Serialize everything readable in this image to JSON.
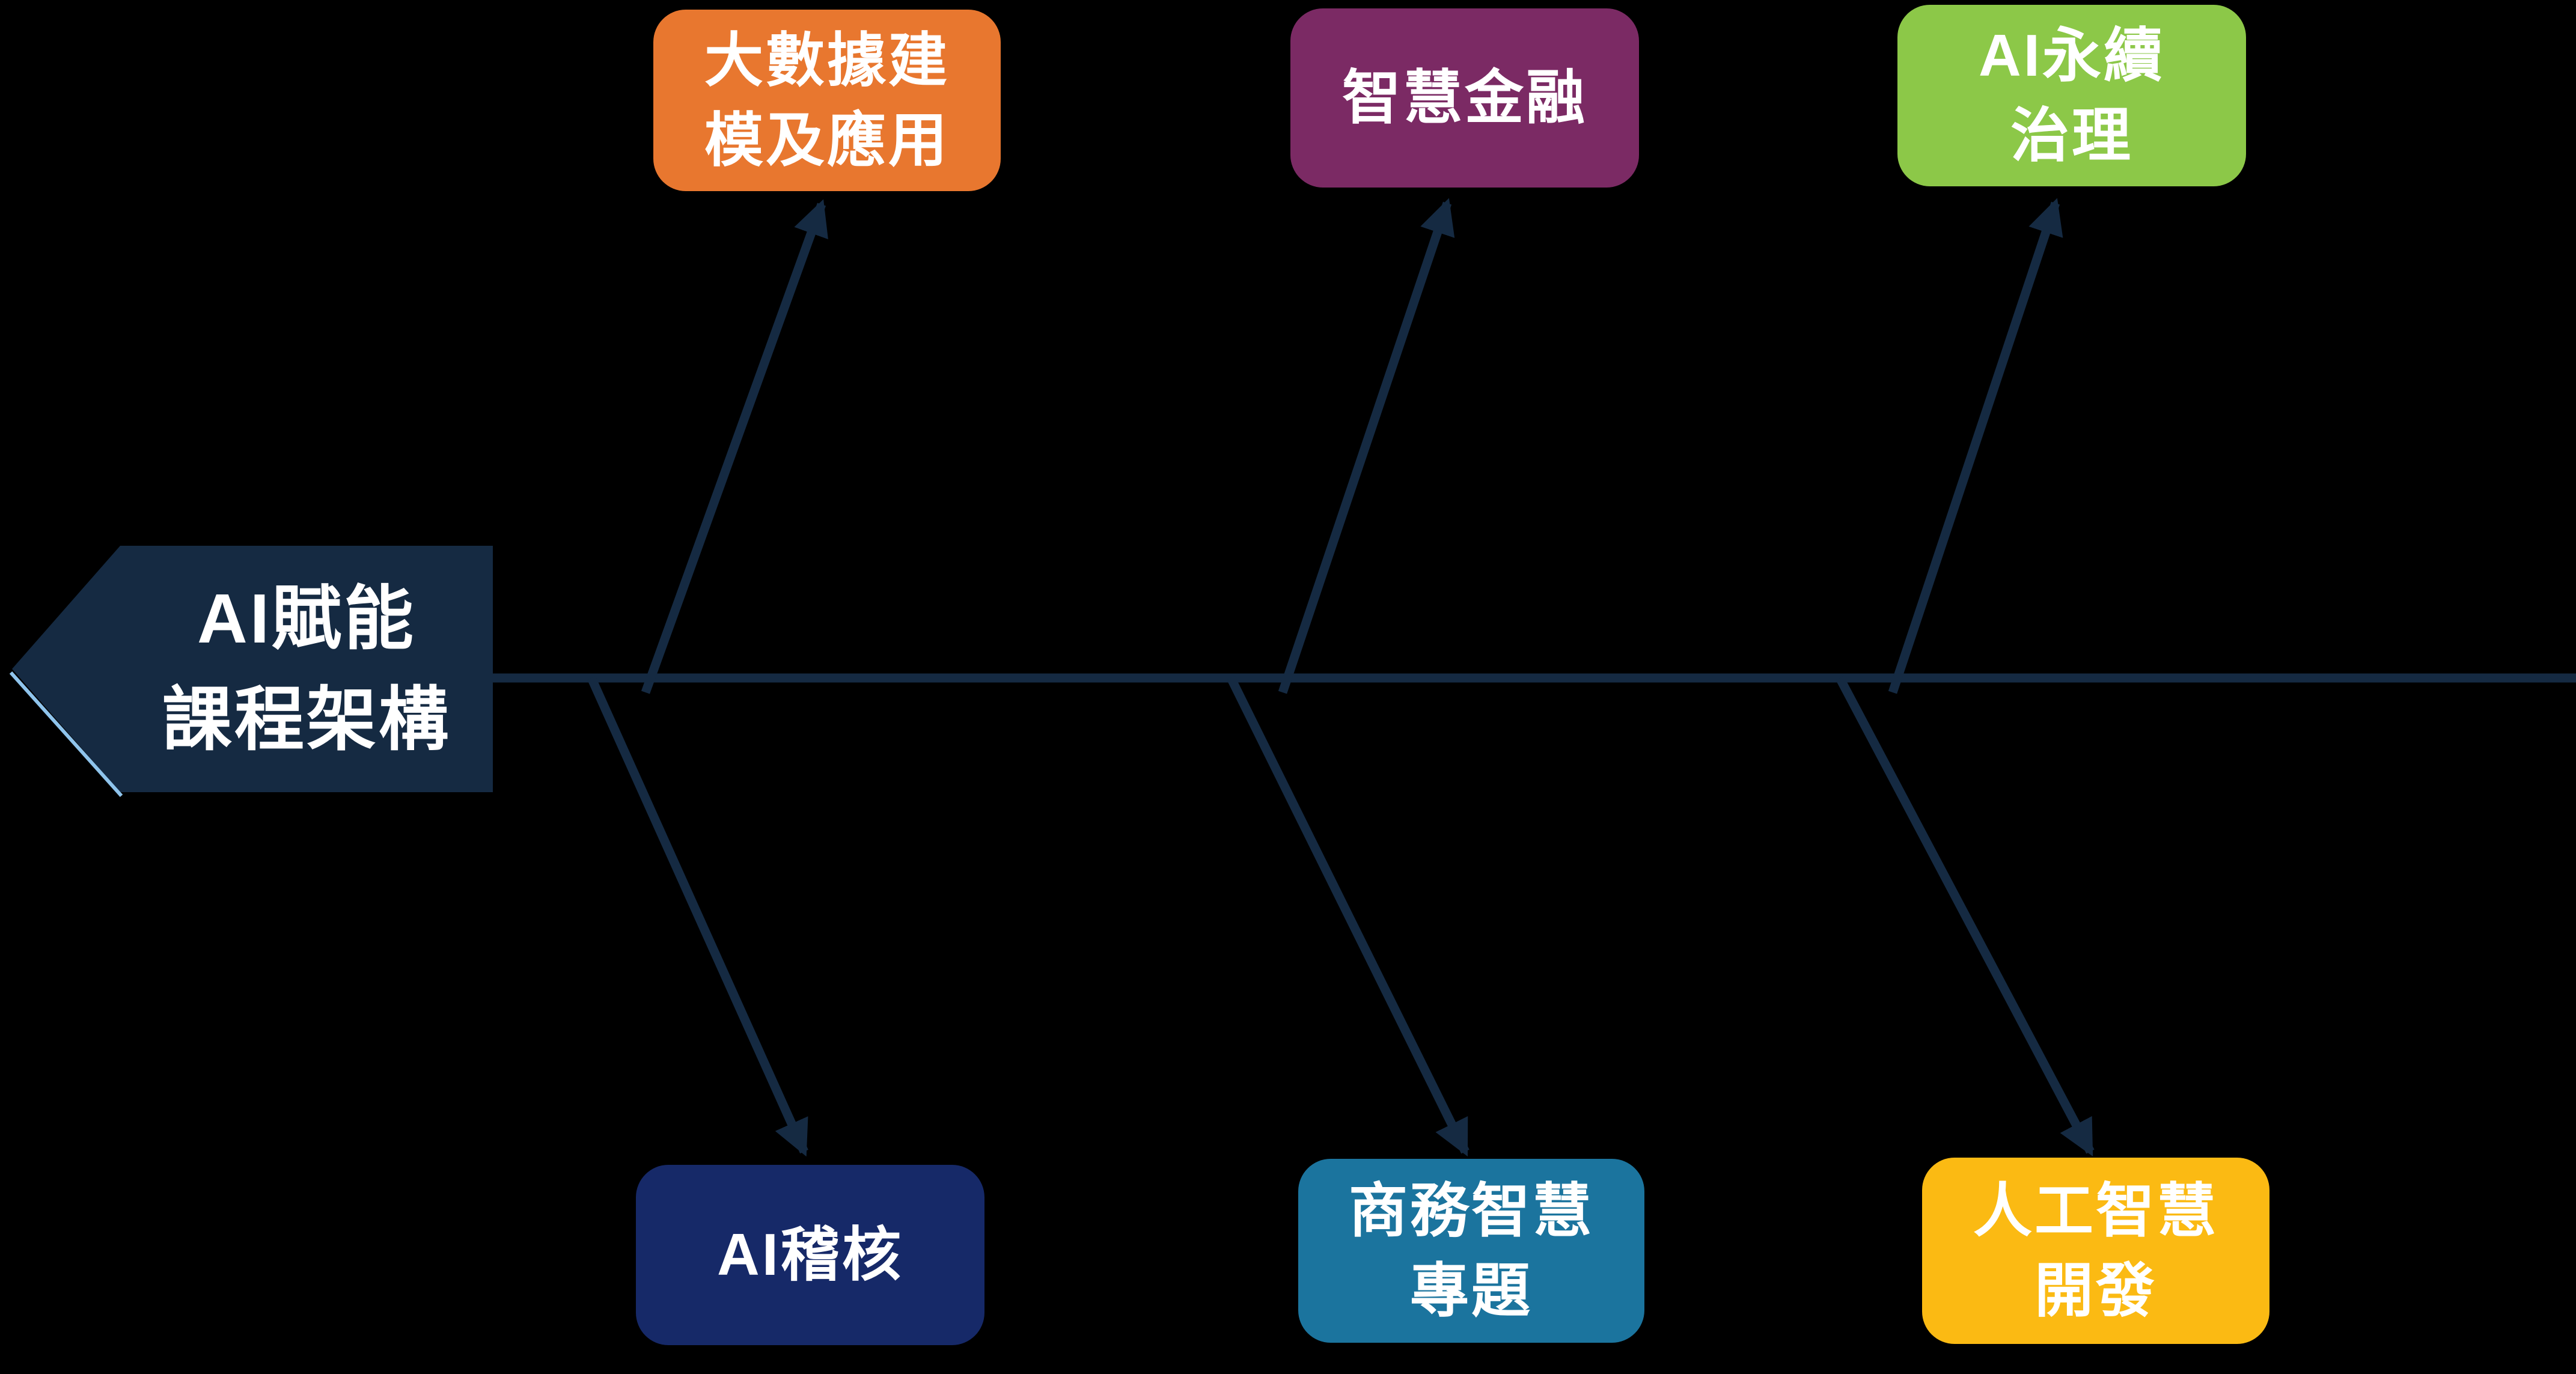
{
  "canvas": {
    "background": "#000000"
  },
  "head": {
    "line1": "AI賦能",
    "line2": "課程架構",
    "fill": "#152A42",
    "edge_highlight": "#8FC4EC"
  },
  "lines": {
    "color": "#152A42"
  },
  "branches": {
    "top": [
      {
        "line1": "大數據建",
        "line2": "模及應用",
        "fill": "#E8772F"
      },
      {
        "line1": "智慧金融",
        "line2": "",
        "fill": "#7B2A64"
      },
      {
        "line1": "AI永續",
        "line2": "治理",
        "fill": "#8CC848"
      }
    ],
    "bottom": [
      {
        "line1": "AI稽核",
        "line2": "",
        "fill": "#162968"
      },
      {
        "line1": "商務智慧",
        "line2": "專題",
        "fill": "#1B749E"
      },
      {
        "line1": "人工智慧",
        "line2": "開發",
        "fill": "#FBBA13"
      }
    ]
  }
}
